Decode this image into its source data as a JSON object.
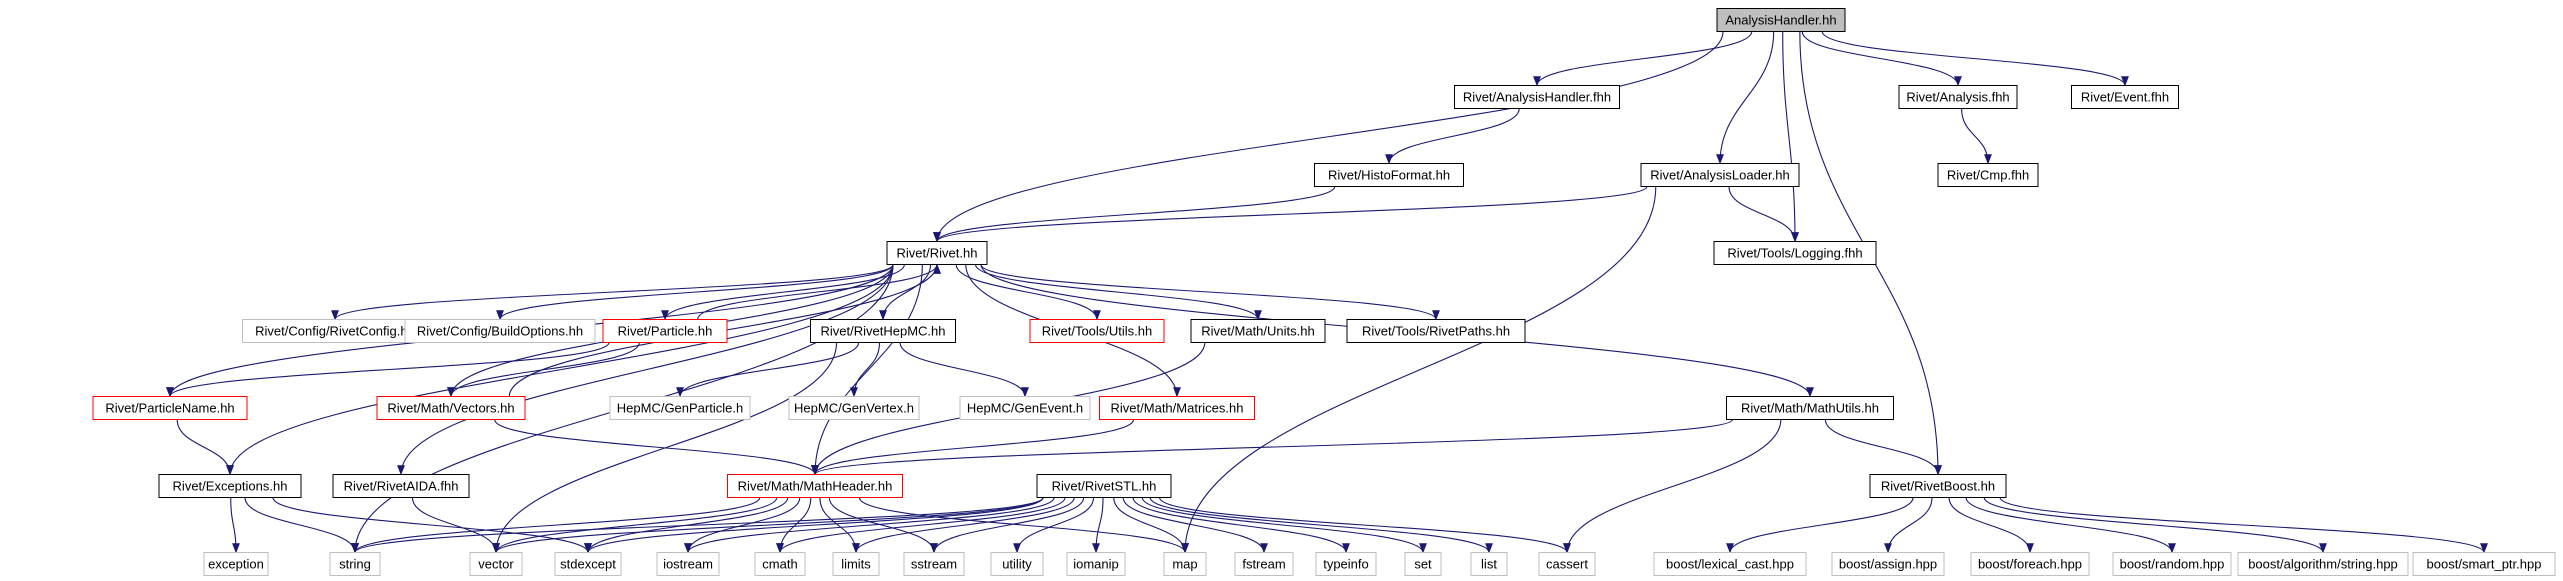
{
  "graph": {
    "nodes": [
      {
        "id": "root",
        "label": "AnalysisHandler.hh",
        "style": "root"
      },
      {
        "id": "ahf",
        "label": "Rivet/AnalysisHandler.fhh",
        "style": "normal"
      },
      {
        "id": "anaf",
        "label": "Rivet/Analysis.fhh",
        "style": "normal"
      },
      {
        "id": "evf",
        "label": "Rivet/Event.fhh",
        "style": "normal"
      },
      {
        "id": "histo",
        "label": "Rivet/HistoFormat.hh",
        "style": "normal"
      },
      {
        "id": "loader",
        "label": "Rivet/AnalysisLoader.hh",
        "style": "normal"
      },
      {
        "id": "cmp",
        "label": "Rivet/Cmp.fhh",
        "style": "normal"
      },
      {
        "id": "rivet",
        "label": "Rivet/Rivet.hh",
        "style": "normal"
      },
      {
        "id": "logging",
        "label": "Rivet/Tools/Logging.fhh",
        "style": "normal"
      },
      {
        "id": "rivetcfg",
        "label": "Rivet/Config/RivetConfig.hh",
        "style": "missing"
      },
      {
        "id": "buildopt",
        "label": "Rivet/Config/BuildOptions.hh",
        "style": "missing"
      },
      {
        "id": "particle",
        "label": "Rivet/Particle.hh",
        "style": "truncated"
      },
      {
        "id": "hepmc",
        "label": "Rivet/RivetHepMC.hh",
        "style": "normal"
      },
      {
        "id": "utils",
        "label": "Rivet/Tools/Utils.hh",
        "style": "truncated"
      },
      {
        "id": "units",
        "label": "Rivet/Math/Units.hh",
        "style": "normal"
      },
      {
        "id": "paths",
        "label": "Rivet/Tools/RivetPaths.hh",
        "style": "normal"
      },
      {
        "id": "pname",
        "label": "Rivet/ParticleName.hh",
        "style": "truncated"
      },
      {
        "id": "vectors",
        "label": "Rivet/Math/Vectors.hh",
        "style": "truncated"
      },
      {
        "id": "genparticle",
        "label": "HepMC/GenParticle.h",
        "style": "missing"
      },
      {
        "id": "genvertex",
        "label": "HepMC/GenVertex.h",
        "style": "missing"
      },
      {
        "id": "genevent",
        "label": "HepMC/GenEvent.h",
        "style": "missing"
      },
      {
        "id": "matrices",
        "label": "Rivet/Math/Matrices.hh",
        "style": "truncated"
      },
      {
        "id": "mathutils",
        "label": "Rivet/Math/MathUtils.hh",
        "style": "normal"
      },
      {
        "id": "exceptions",
        "label": "Rivet/Exceptions.hh",
        "style": "normal"
      },
      {
        "id": "aida",
        "label": "Rivet/RivetAIDA.fhh",
        "style": "normal"
      },
      {
        "id": "mathheader",
        "label": "Rivet/Math/MathHeader.hh",
        "style": "truncated"
      },
      {
        "id": "stl",
        "label": "Rivet/RivetSTL.hh",
        "style": "normal"
      },
      {
        "id": "boost",
        "label": "Rivet/RivetBoost.hh",
        "style": "normal"
      },
      {
        "id": "exception",
        "label": "exception",
        "style": "missing"
      },
      {
        "id": "string",
        "label": "string",
        "style": "missing"
      },
      {
        "id": "vector",
        "label": "vector",
        "style": "missing"
      },
      {
        "id": "stdexcept",
        "label": "stdexcept",
        "style": "missing"
      },
      {
        "id": "iostream",
        "label": "iostream",
        "style": "missing"
      },
      {
        "id": "cmath",
        "label": "cmath",
        "style": "missing"
      },
      {
        "id": "limits",
        "label": "limits",
        "style": "missing"
      },
      {
        "id": "sstream",
        "label": "sstream",
        "style": "missing"
      },
      {
        "id": "utility",
        "label": "utility",
        "style": "missing"
      },
      {
        "id": "iomanip",
        "label": "iomanip",
        "style": "missing"
      },
      {
        "id": "map",
        "label": "map",
        "style": "missing"
      },
      {
        "id": "fstream",
        "label": "fstream",
        "style": "missing"
      },
      {
        "id": "typeinfo",
        "label": "typeinfo",
        "style": "missing"
      },
      {
        "id": "set",
        "label": "set",
        "style": "missing"
      },
      {
        "id": "list",
        "label": "list",
        "style": "missing"
      },
      {
        "id": "cassert",
        "label": "cassert",
        "style": "missing"
      },
      {
        "id": "lexcast",
        "label": "boost/lexical_cast.hpp",
        "style": "missing"
      },
      {
        "id": "assign",
        "label": "boost/assign.hpp",
        "style": "missing"
      },
      {
        "id": "foreach",
        "label": "boost/foreach.hpp",
        "style": "missing"
      },
      {
        "id": "random",
        "label": "boost/random.hpp",
        "style": "missing"
      },
      {
        "id": "algostr",
        "label": "boost/algorithm/string.hpp",
        "style": "missing"
      },
      {
        "id": "smartptr",
        "label": "boost/smart_ptr.hpp",
        "style": "missing"
      }
    ],
    "edges": [
      [
        "root",
        "ahf"
      ],
      [
        "root",
        "anaf"
      ],
      [
        "root",
        "evf"
      ],
      [
        "root",
        "loader"
      ],
      [
        "root",
        "rivet"
      ],
      [
        "root",
        "logging"
      ],
      [
        "root",
        "boost"
      ],
      [
        "ahf",
        "histo"
      ],
      [
        "anaf",
        "cmp"
      ],
      [
        "histo",
        "rivet"
      ],
      [
        "loader",
        "rivet"
      ],
      [
        "loader",
        "logging"
      ],
      [
        "loader",
        "map"
      ],
      [
        "rivet",
        "rivetcfg"
      ],
      [
        "rivet",
        "buildopt"
      ],
      [
        "rivet",
        "particle"
      ],
      [
        "rivet",
        "hepmc"
      ],
      [
        "rivet",
        "utils"
      ],
      [
        "rivet",
        "units"
      ],
      [
        "rivet",
        "paths"
      ],
      [
        "rivet",
        "pname"
      ],
      [
        "rivet",
        "vectors"
      ],
      [
        "rivet",
        "matrices"
      ],
      [
        "rivet",
        "mathutils"
      ],
      [
        "rivet",
        "exceptions"
      ],
      [
        "rivet",
        "aida"
      ],
      [
        "rivet",
        "string"
      ],
      [
        "rivet",
        "mathheader"
      ],
      [
        "particle",
        "rivet"
      ],
      [
        "particle",
        "pname"
      ],
      [
        "particle",
        "vectors"
      ],
      [
        "hepmc",
        "genparticle"
      ],
      [
        "hepmc",
        "genvertex"
      ],
      [
        "hepmc",
        "genevent"
      ],
      [
        "hepmc",
        "vector"
      ],
      [
        "pname",
        "exceptions"
      ],
      [
        "vectors",
        "rivet"
      ],
      [
        "vectors",
        "mathheader"
      ],
      [
        "matrices",
        "mathheader"
      ],
      [
        "units",
        "mathheader"
      ],
      [
        "mathutils",
        "mathheader"
      ],
      [
        "mathutils",
        "boost"
      ],
      [
        "mathutils",
        "cassert"
      ],
      [
        "exceptions",
        "exception"
      ],
      [
        "exceptions",
        "string"
      ],
      [
        "exceptions",
        "stdexcept"
      ],
      [
        "aida",
        "vector"
      ],
      [
        "mathheader",
        "string"
      ],
      [
        "mathheader",
        "vector"
      ],
      [
        "mathheader",
        "stdexcept"
      ],
      [
        "mathheader",
        "iostream"
      ],
      [
        "mathheader",
        "cmath"
      ],
      [
        "mathheader",
        "limits"
      ],
      [
        "mathheader",
        "sstream"
      ],
      [
        "mathheader",
        "map"
      ],
      [
        "stl",
        "string"
      ],
      [
        "stl",
        "vector"
      ],
      [
        "stl",
        "stdexcept"
      ],
      [
        "stl",
        "iostream"
      ],
      [
        "stl",
        "cmath"
      ],
      [
        "stl",
        "limits"
      ],
      [
        "stl",
        "sstream"
      ],
      [
        "stl",
        "utility"
      ],
      [
        "stl",
        "iomanip"
      ],
      [
        "stl",
        "map"
      ],
      [
        "stl",
        "fstream"
      ],
      [
        "stl",
        "typeinfo"
      ],
      [
        "stl",
        "set"
      ],
      [
        "stl",
        "list"
      ],
      [
        "stl",
        "cassert"
      ],
      [
        "boost",
        "lexcast"
      ],
      [
        "boost",
        "assign"
      ],
      [
        "boost",
        "foreach"
      ],
      [
        "boost",
        "random"
      ],
      [
        "boost",
        "algostr"
      ],
      [
        "boost",
        "smartptr"
      ]
    ]
  }
}
